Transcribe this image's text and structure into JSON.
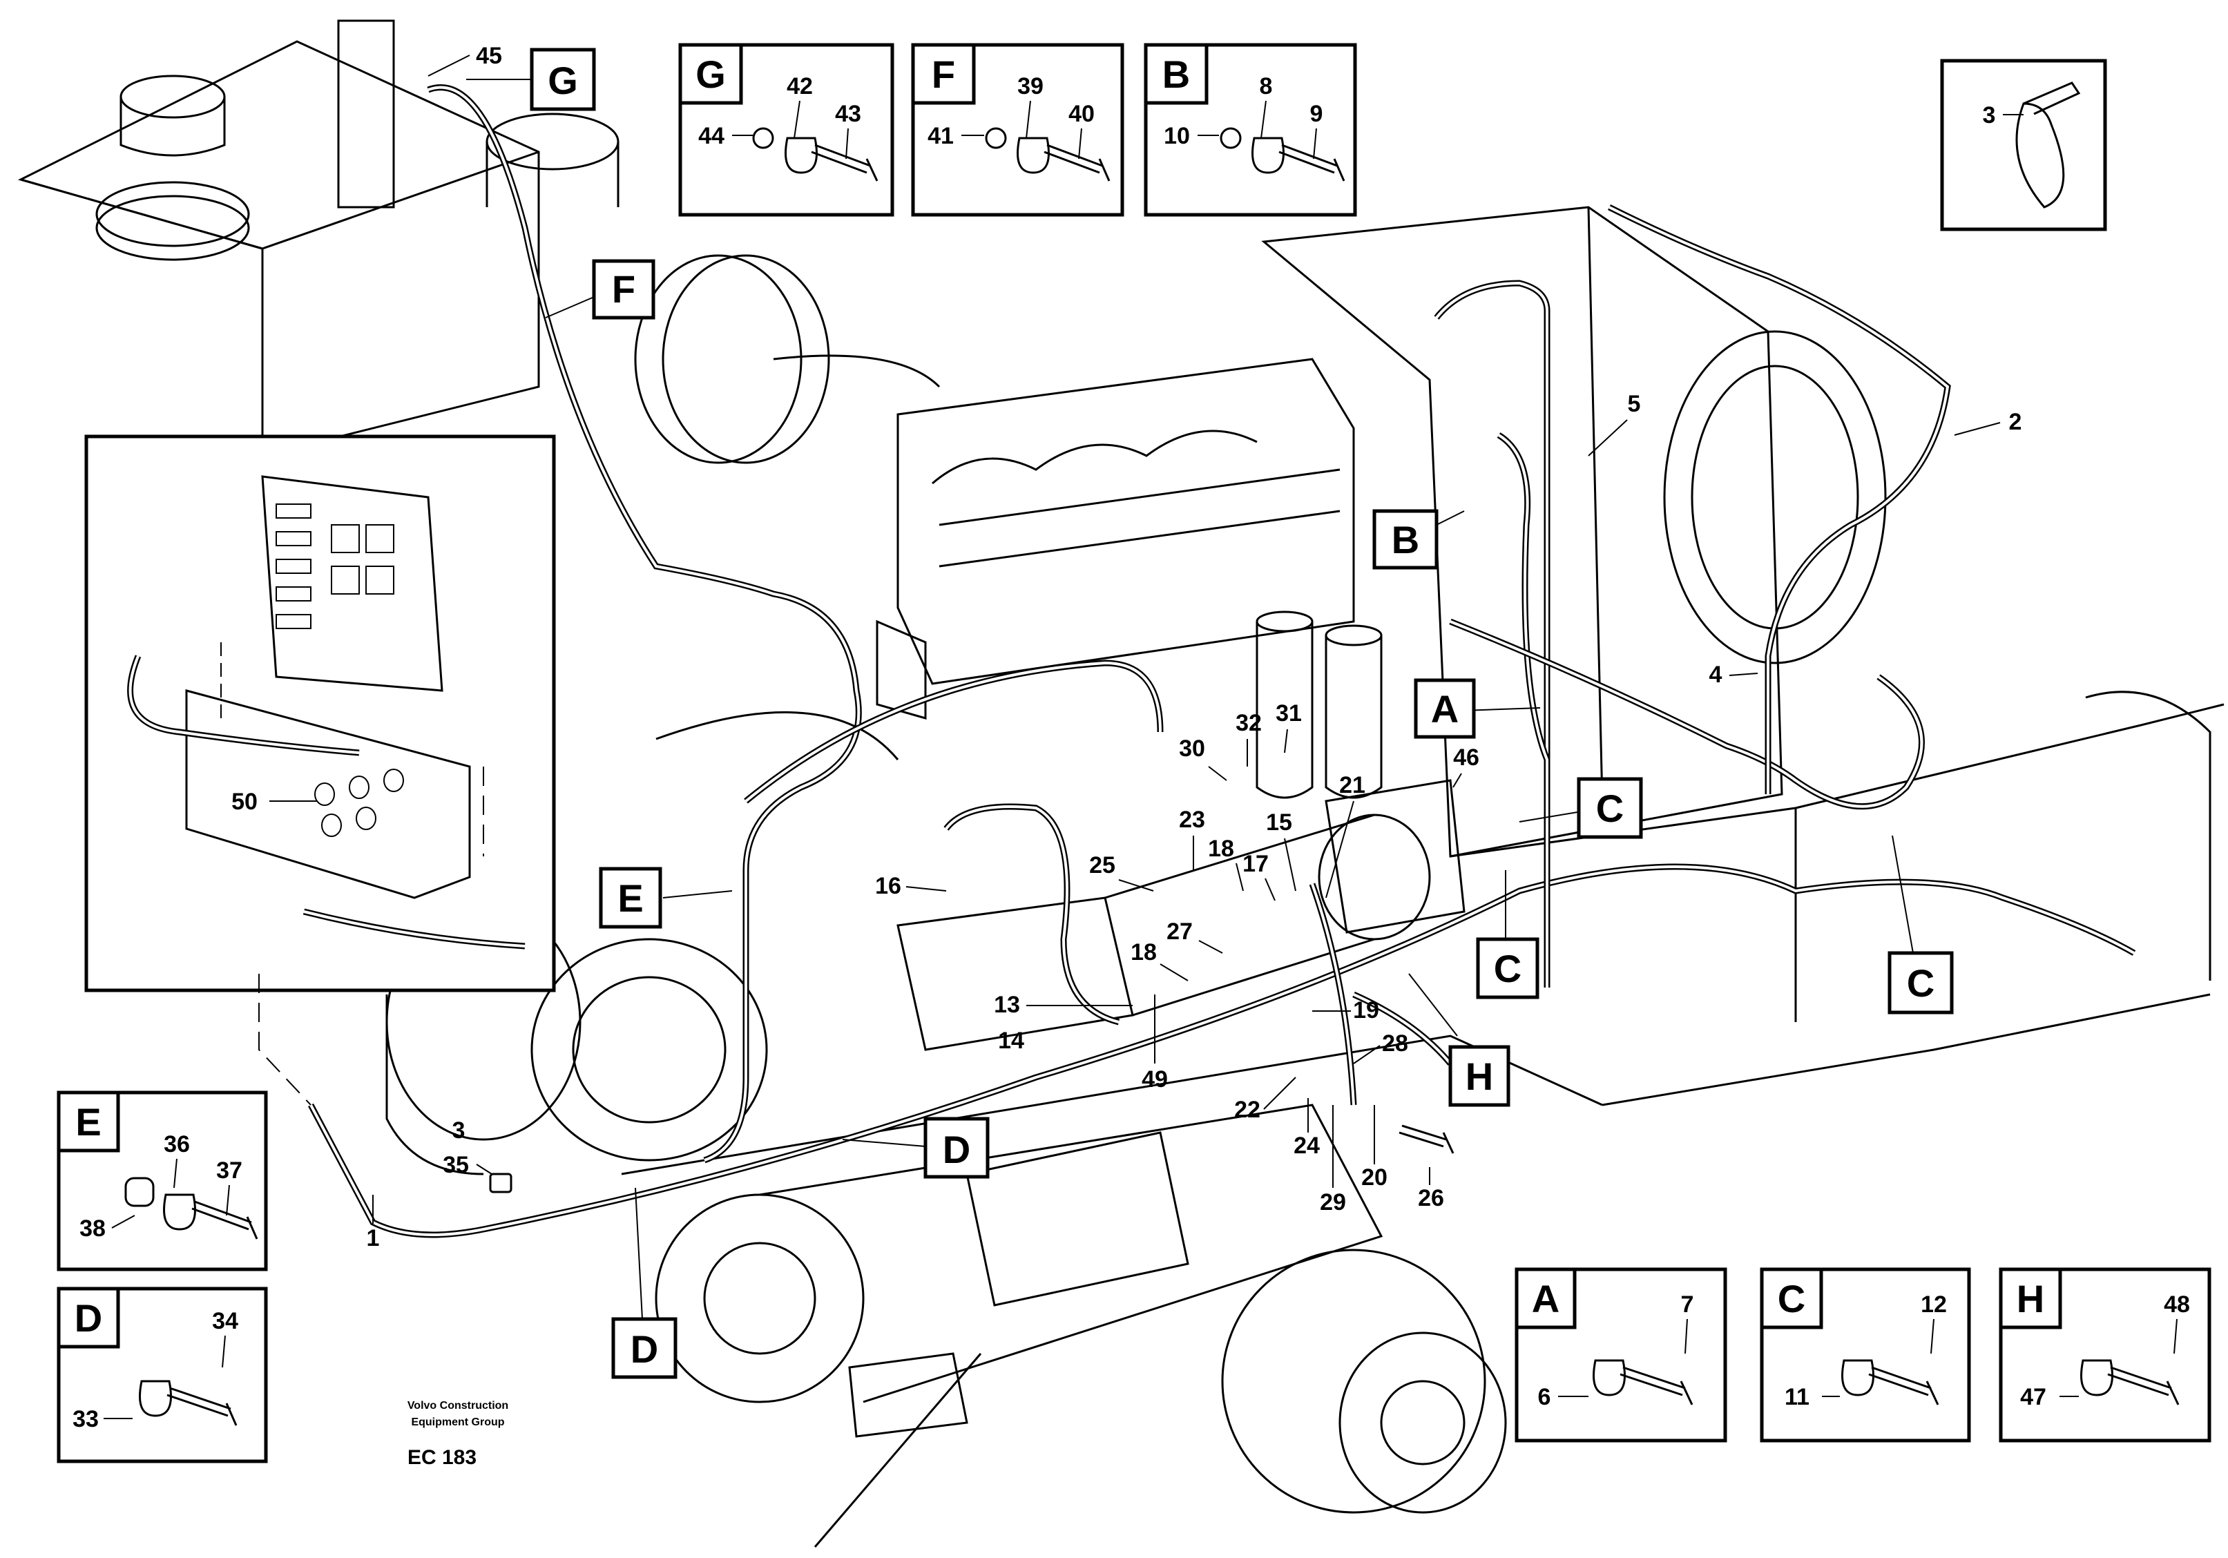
{
  "footer": {
    "line1": "Volvo Construction",
    "line2": "Equipment Group",
    "code": "EC 183"
  },
  "location_tags": {
    "G": "G",
    "F": "F",
    "B": "B",
    "A": "A",
    "C1": "C",
    "C2": "C",
    "C3": "C",
    "H": "H",
    "E": "E",
    "D1": "D",
    "D2": "D"
  },
  "detail_boxes": {
    "G": {
      "letter": "G",
      "nums": [
        "42",
        "43",
        "44"
      ]
    },
    "F": {
      "letter": "F",
      "nums": [
        "39",
        "40",
        "41"
      ]
    },
    "B": {
      "letter": "B",
      "nums": [
        "8",
        "9",
        "10"
      ]
    },
    "A": {
      "letter": "A",
      "nums": [
        "7",
        "6"
      ]
    },
    "C": {
      "letter": "C",
      "nums": [
        "12",
        "11"
      ]
    },
    "H": {
      "letter": "H",
      "nums": [
        "48",
        "47"
      ]
    },
    "E": {
      "letter": "E",
      "nums": [
        "36",
        "37",
        "38"
      ]
    },
    "D": {
      "letter": "D",
      "nums": [
        "34",
        "33"
      ]
    },
    "tie": {
      "nums": [
        "3"
      ]
    }
  },
  "callouts": {
    "n45": "45",
    "n5": "5",
    "n2": "2",
    "n4": "4",
    "n46": "46",
    "n30": "30",
    "n32": "32",
    "n31": "31",
    "n21": "21",
    "n23": "23",
    "n15": "15",
    "n18a": "18",
    "n17": "17",
    "n25": "25",
    "n16": "16",
    "n27": "27",
    "n18b": "18",
    "n13": "13",
    "n14": "14",
    "n49": "49",
    "n19": "19",
    "n28": "28",
    "n22": "22",
    "n24": "24",
    "n29": "29",
    "n20": "20",
    "n26": "26",
    "n3": "3",
    "n35": "35",
    "n1": "1",
    "n50": "50"
  }
}
